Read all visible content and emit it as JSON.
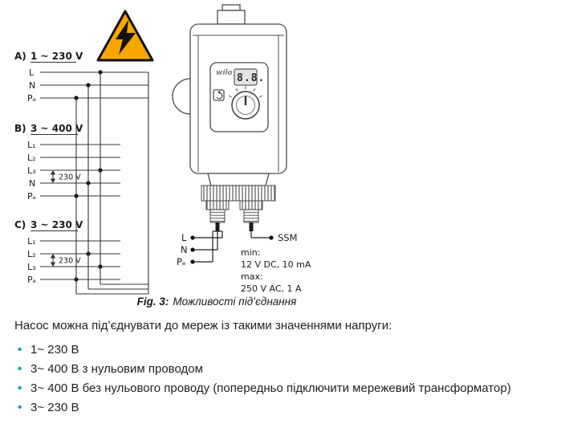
{
  "figure": {
    "warning_icon_color": "#F7A600",
    "sections": [
      {
        "label": "A)",
        "title": "1 ~ 230 V",
        "wires": [
          "L",
          "N",
          "Pₑ"
        ]
      },
      {
        "label": "B)",
        "title": "3 ~ 400 V",
        "wires": [
          "L₁",
          "L₂",
          "L₃",
          "N",
          "Pₑ"
        ],
        "voltage_note": "230 V"
      },
      {
        "label": "C)",
        "title": "3 ~ 230 V",
        "wires": [
          "L₁",
          "L₂",
          "L₃",
          "Pₑ"
        ],
        "voltage_note": "230 V"
      }
    ],
    "device": {
      "brand": "wilo",
      "display_value": "8.8.",
      "cable1_wires": [
        "L",
        "N",
        "Pₑ"
      ],
      "cable2_wire": "SSM",
      "ssm_rating": {
        "min_label": "min:",
        "min_value": "12 V DC, 10 mA",
        "max_label": "max:",
        "max_value": "250 V AC, 1 A"
      }
    },
    "caption": {
      "prefix": "Fig. 3:",
      "text": "Можливості під’єднання"
    }
  },
  "content": {
    "intro": "Насос можна під’єднувати до мереж із такими значеннями напруги:",
    "bullets": [
      "1~ 230 В",
      "3~ 400 В з нульовим проводом",
      "3~ 400 В без нульового проводу (попередньо підключити мережевий трансформатор)",
      "3~ 230 В"
    ],
    "bullet_color": "#00A19A"
  }
}
